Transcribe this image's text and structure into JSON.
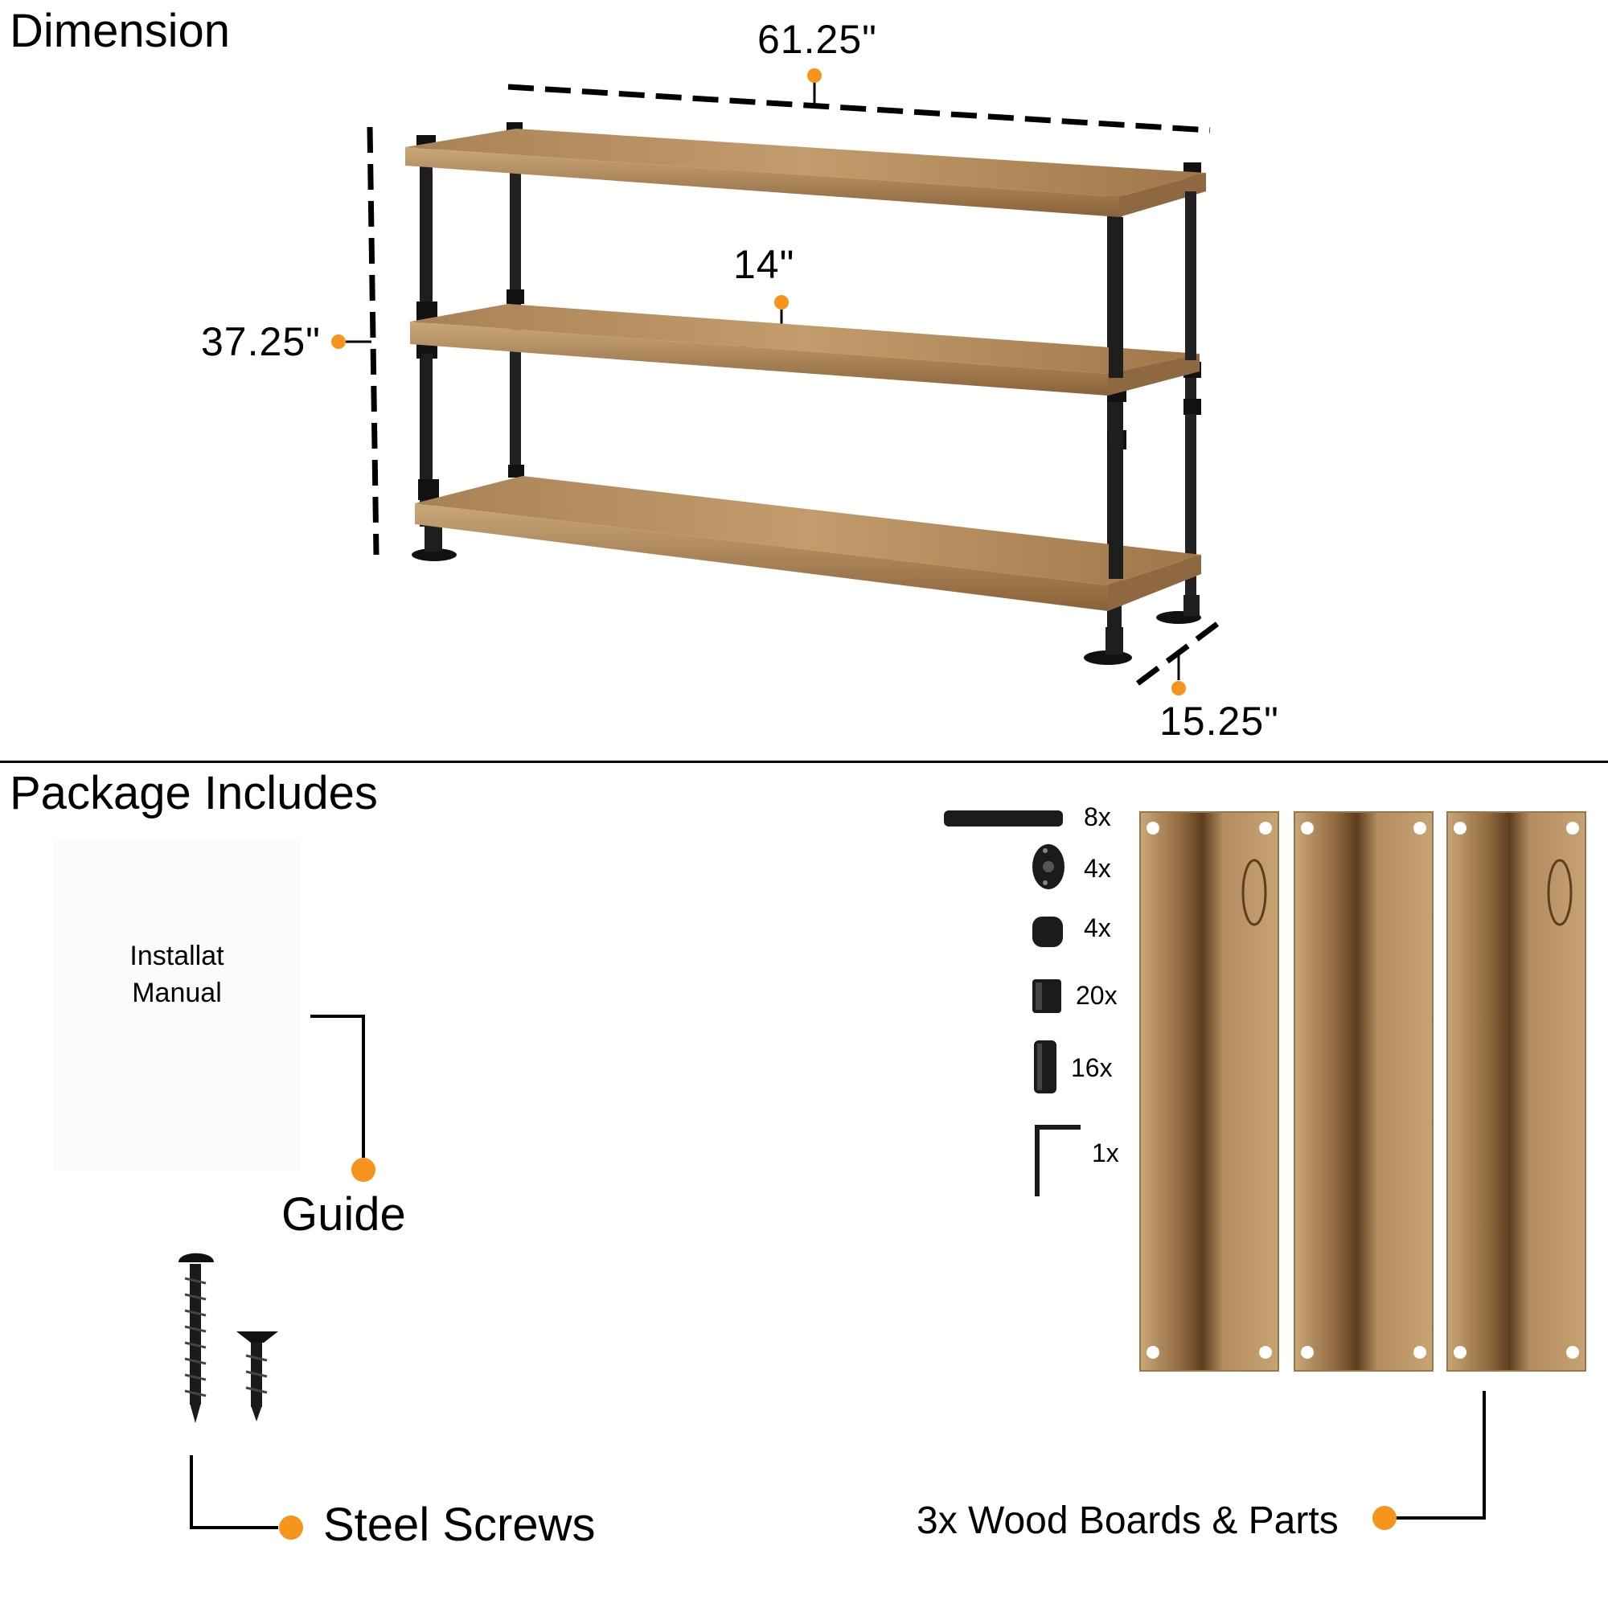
{
  "sections": {
    "dimension_title": "Dimension",
    "package_title": "Package Includes"
  },
  "dimensions": {
    "width": "61.25\"",
    "height": "37.25\"",
    "shelf_depth": "14\"",
    "depth": "15.25\""
  },
  "package": {
    "manual_text_line1": "Installat",
    "manual_text_line2": "Manual",
    "guide_label": "Guide",
    "screws_label": "Steel Screws",
    "boards_label": "3x Wood Boards & Parts",
    "parts": [
      {
        "icon": "pipe-icon",
        "qty": "8x"
      },
      {
        "icon": "floor-flange-icon",
        "qty": "4x"
      },
      {
        "icon": "end-cap-icon",
        "qty": "4x"
      },
      {
        "icon": "coupling-icon",
        "qty": "20x"
      },
      {
        "icon": "nipple-icon",
        "qty": "16x"
      },
      {
        "icon": "allen-wrench-icon",
        "qty": "1x"
      }
    ]
  },
  "colors": {
    "accent": "#f7941d",
    "wood": "#b08a5a",
    "wood_dark": "#7a5632",
    "metal": "#1b1b1b"
  }
}
